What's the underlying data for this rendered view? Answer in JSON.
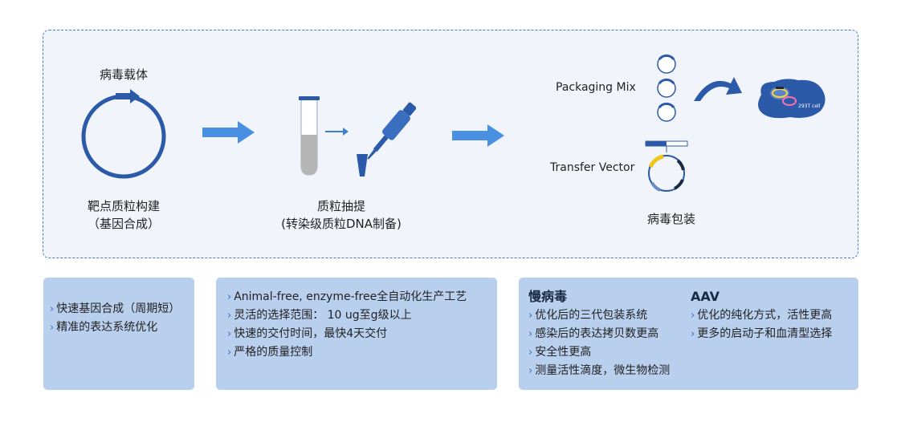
{
  "workflow": {
    "step1": {
      "title": "病毒载体",
      "caption_line1": "靶点质粒构建",
      "caption_line2": "（基因合成）"
    },
    "step2": {
      "caption_line1": "质粒抽提",
      "caption_line2": "(转染级质粒DNA制备)"
    },
    "step3": {
      "packaging_mix_label": "Packaging Mix",
      "transfer_vector_label": "Transfer Vector",
      "cell_label": "293T cell",
      "caption": "病毒包装"
    }
  },
  "cards": {
    "card1": {
      "items": [
        "快速基因合成（周期短）",
        "精准的表达系统优化"
      ]
    },
    "card2": {
      "items": [
        "Animal-free, enzyme-free全自动化生产工艺",
        "灵活的选择范围： 10 ug至g级以上",
        "快速的交付时间，最快4天交付",
        "严格的质量控制"
      ]
    },
    "card3": {
      "lentivirus_title": "慢病毒",
      "lentivirus_items": [
        "优化后的三代包装系统",
        "感染后的表达拷贝数更高",
        "安全性更高",
        "测量活性滴度，微生物检测"
      ],
      "aav_title": "AAV",
      "aav_items": [
        "优化的纯化方式，活性更高",
        "更多的启动子和血清型选择"
      ]
    }
  },
  "icons": {
    "bullet": "chevron-right-icon",
    "accent_color": "#3a7fd5",
    "arrow_color": "#4a90e2",
    "plasmid_color": "#2b5aa8"
  }
}
